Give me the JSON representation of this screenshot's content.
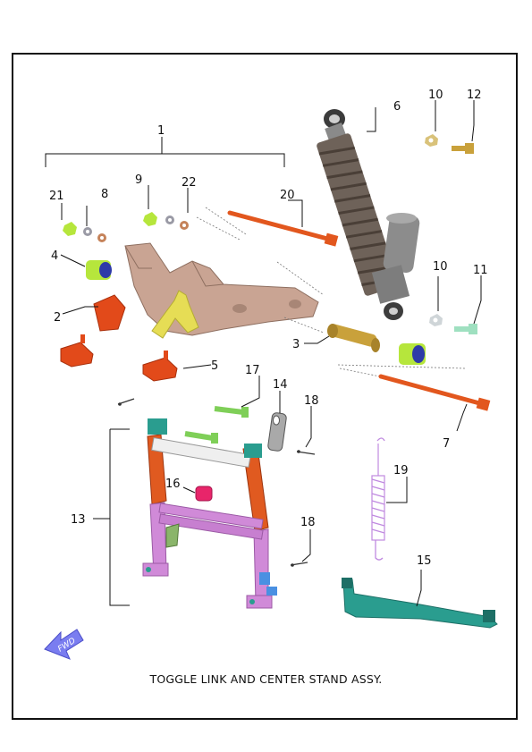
{
  "title": "TOGGLE LINK AND CENTER STAND  ASSY.",
  "fwd": "FWD",
  "callouts": {
    "c1": "1",
    "c2": "2",
    "c3": "3",
    "c4": "4",
    "c5": "5",
    "c6": "6",
    "c7": "7",
    "c8": "8",
    "c9": "9",
    "c10a": "10",
    "c10b": "10",
    "c11": "11",
    "c12": "12",
    "c13": "13",
    "c14": "14",
    "c15": "15",
    "c16": "16",
    "c17": "17",
    "c18a": "18",
    "c18b": "18",
    "c19": "19",
    "c20": "20",
    "c21": "21",
    "c22": "22"
  },
  "colors": {
    "frame": "#111111",
    "bolt_orange": "#e2571e",
    "bolt_gold": "#c9a13b",
    "spring_brown": "#7a6a5e",
    "shock_gray": "#8c8c8c",
    "toggle_tan": "#c9a493",
    "bracket_yellow": "#e6dd55",
    "bush_green": "#b6e63c",
    "rubber_red": "#e24a1a",
    "stand_purple": "#d08ad8",
    "stand_orange": "#e05a20",
    "sidestand_teal": "#2a9d8f",
    "fwd_blue": "#7a7df0"
  }
}
